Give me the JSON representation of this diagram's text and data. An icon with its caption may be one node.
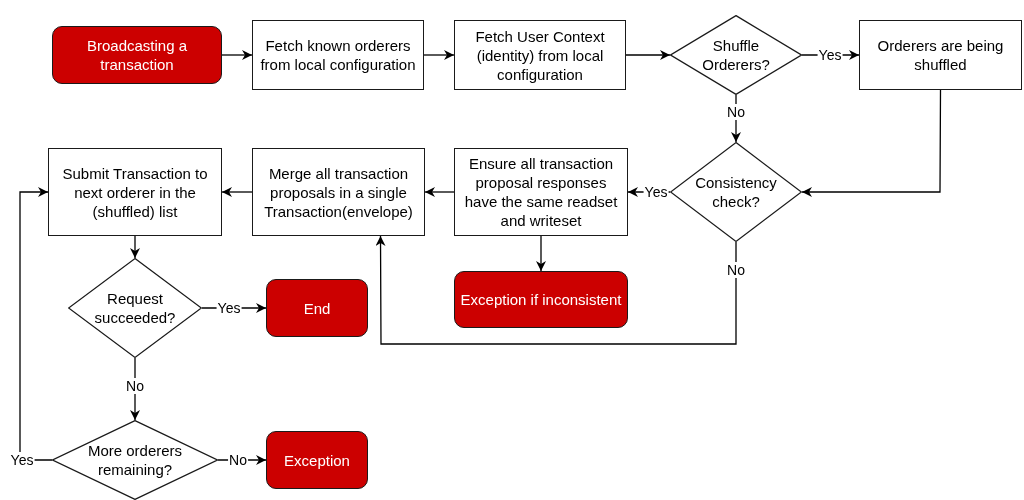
{
  "diagram": {
    "nodes": [
      {
        "text": [
          "Broadcasting a transaction"
        ]
      },
      {
        "text": [
          "Fetch known orderers from local configuration"
        ]
      },
      {
        "text": [
          "Fetch User Context (identity) from local configuration"
        ]
      },
      {
        "text": [
          "Shuffle Orderers?"
        ]
      },
      {
        "text": [
          "Orderers are being shuffled"
        ]
      },
      {
        "text": [
          "Consistency check?"
        ]
      },
      {
        "text": [
          "Ensure all transaction proposal responses have the same readset and writeset"
        ]
      },
      {
        "text": [
          "Merge all transaction proposals in a single Transaction(envelope)"
        ]
      },
      {
        "text": [
          "Submit Transaction to next orderer in the (shuffled) list"
        ]
      },
      {
        "text": [
          "Exception if inconsistent"
        ]
      },
      {
        "text": [
          "Request succeeded?"
        ]
      },
      {
        "text": [
          "End"
        ]
      },
      {
        "text": [
          "More orderers remaining?"
        ]
      },
      {
        "text": [
          "Exception"
        ]
      }
    ],
    "edges": [
      {
        "from": 0,
        "to": 1,
        "arrow": "to"
      },
      {
        "from": 1,
        "to": 2,
        "arrow": "to"
      },
      {
        "from": 2,
        "to": 3,
        "arrow": "to"
      },
      {
        "from": 3,
        "to": 4,
        "arrow": "to",
        "label": "Yes"
      },
      {
        "from": 3,
        "to": 5,
        "arrow": "to",
        "label": "No"
      },
      {
        "from": 4,
        "to": 5,
        "arrow": "to"
      },
      {
        "from": 5,
        "to": 6,
        "arrow": "to",
        "label": "Yes"
      },
      {
        "from": 5,
        "to": 7,
        "arrow": "to",
        "label": "No"
      },
      {
        "from": 6,
        "to": 9,
        "arrow": "to"
      },
      {
        "from": 6,
        "to": 7,
        "arrow": "to"
      },
      {
        "from": 7,
        "to": 8,
        "arrow": "to"
      },
      {
        "from": 8,
        "to": 10,
        "arrow": "to"
      },
      {
        "from": 10,
        "to": 11,
        "arrow": "to",
        "label": "Yes"
      },
      {
        "from": 10,
        "to": 12,
        "arrow": "to",
        "label": "No"
      },
      {
        "from": 12,
        "to": 13,
        "arrow": "to",
        "label": "No"
      },
      {
        "from": 12,
        "to": 8,
        "arrow": "to",
        "label": "Yes"
      }
    ]
  }
}
